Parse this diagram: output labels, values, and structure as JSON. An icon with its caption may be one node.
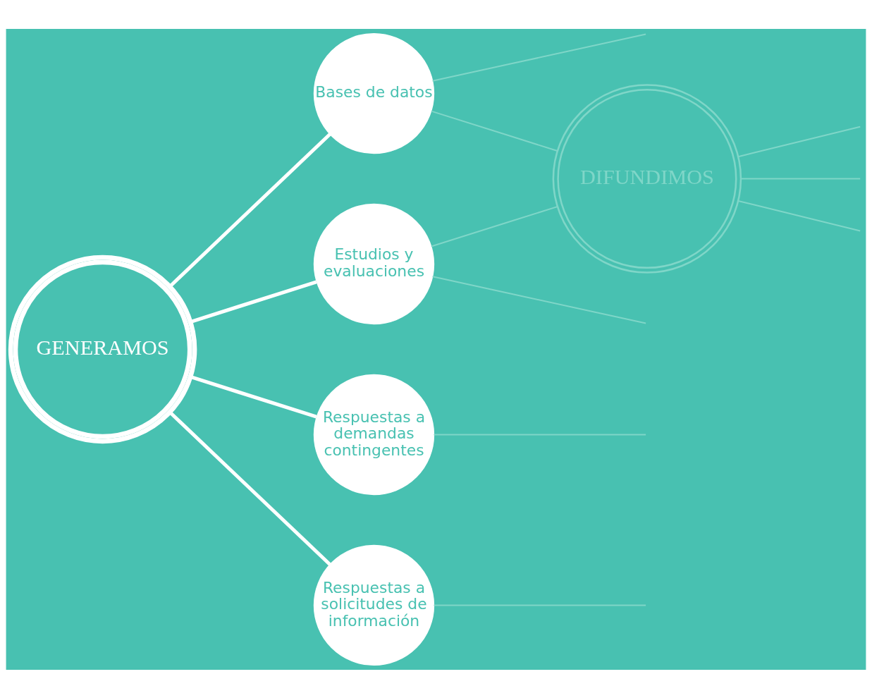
{
  "diagram": {
    "nodes": [
      {
        "text": [
          "GENERAMOS"
        ]
      },
      {
        "text": [
          "Bases de datos"
        ]
      },
      {
        "text": [
          "Estudios y evaluaciones"
        ]
      },
      {
        "text": [
          "Respuestas a demandas contingentes"
        ]
      },
      {
        "text": [
          "Respuestas a solicitudes de información"
        ]
      },
      {
        "text": [
          "DIFUNDIMOS"
        ]
      }
    ],
    "edges": [
      {
        "from": 0,
        "to": 1,
        "arrow": "none",
        "style": "thick",
        "color": "#ffffff"
      },
      {
        "from": 0,
        "to": 2,
        "arrow": "none",
        "style": "thick",
        "color": "#ffffff"
      },
      {
        "from": 0,
        "to": 3,
        "arrow": "none",
        "style": "thick",
        "color": "#ffffff"
      },
      {
        "from": 0,
        "to": 4,
        "arrow": "none",
        "style": "thick",
        "color": "#ffffff"
      },
      {
        "from": 1,
        "to": null,
        "arrow": "none"
      },
      {
        "from": 1,
        "to": 5,
        "arrow": "none"
      },
      {
        "from": 2,
        "to": null,
        "arrow": "none"
      },
      {
        "from": 2,
        "to": 5,
        "arrow": "none"
      },
      {
        "from": 3,
        "to": null,
        "arrow": "none"
      },
      {
        "from": 4,
        "to": null,
        "arrow": "none"
      },
      {
        "from": 5,
        "to": null,
        "arrow": "none"
      },
      {
        "from": 5,
        "to": null,
        "arrow": "none"
      },
      {
        "from": 5,
        "to": null,
        "arrow": "none"
      }
    ]
  }
}
